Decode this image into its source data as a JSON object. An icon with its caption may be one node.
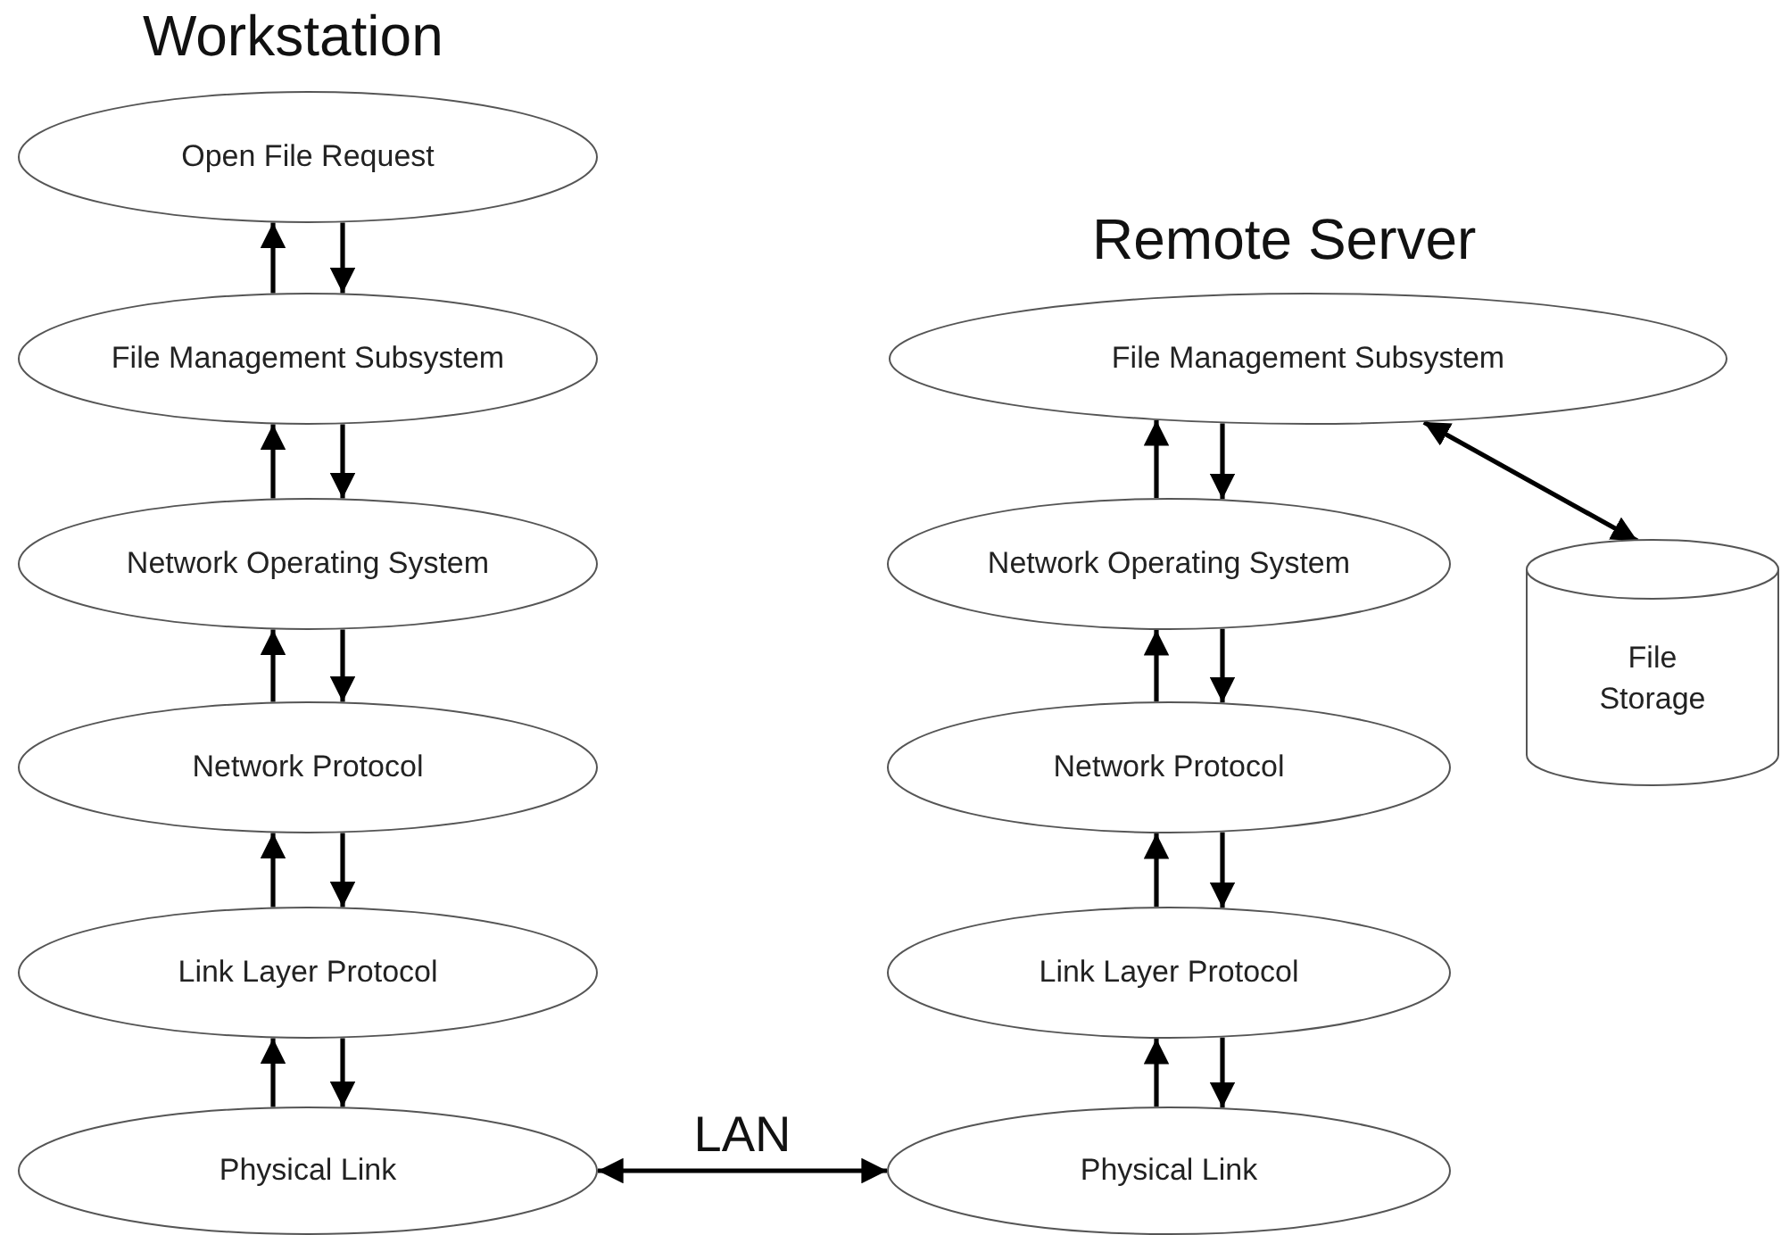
{
  "diagram": {
    "nodes": [
      {
        "text": [
          "Open File Request"
        ]
      },
      {
        "text": [
          "File Management Subsystem"
        ]
      },
      {
        "text": [
          "Network Operating System"
        ]
      },
      {
        "text": [
          "Network Protocol"
        ]
      },
      {
        "text": [
          "Link Layer Protocol"
        ]
      },
      {
        "text": [
          "Physical Link"
        ]
      },
      {
        "text": [
          "File Management Subsystem"
        ]
      },
      {
        "text": [
          "Network Operating System"
        ]
      },
      {
        "text": [
          "Network Protocol"
        ]
      },
      {
        "text": [
          "Link Layer Protocol"
        ]
      },
      {
        "text": [
          "Physical Link"
        ]
      },
      {
        "text": [
          "File Storage"
        ]
      }
    ],
    "edges": [
      {
        "from": 1,
        "to": 0,
        "arrow": "to"
      },
      {
        "from": 0,
        "to": 1,
        "arrow": "to"
      },
      {
        "from": 2,
        "to": 1,
        "arrow": "to"
      },
      {
        "from": 1,
        "to": 2,
        "arrow": "to"
      },
      {
        "from": 3,
        "to": 2,
        "arrow": "to"
      },
      {
        "from": 2,
        "to": 3,
        "arrow": "to"
      },
      {
        "from": 4,
        "to": 3,
        "arrow": "to"
      },
      {
        "from": 3,
        "to": 4,
        "arrow": "to"
      },
      {
        "from": 5,
        "to": 4,
        "arrow": "to"
      },
      {
        "from": 4,
        "to": 5,
        "arrow": "to"
      },
      {
        "from": 7,
        "to": 6,
        "arrow": "to"
      },
      {
        "from": 6,
        "to": 7,
        "arrow": "to"
      },
      {
        "from": 8,
        "to": 7,
        "arrow": "to"
      },
      {
        "from": 7,
        "to": 8,
        "arrow": "to"
      },
      {
        "from": 9,
        "to": 8,
        "arrow": "to"
      },
      {
        "from": 8,
        "to": 9,
        "arrow": "to"
      },
      {
        "from": 10,
        "to": 9,
        "arrow": "to"
      },
      {
        "from": 9,
        "to": 10,
        "arrow": "to"
      },
      {
        "from": 5,
        "to": 10,
        "arrow": "both",
        "label": "LAN"
      },
      {
        "from": 6,
        "to": 11,
        "arrow": "both"
      }
    ],
    "labels": [
      "Workstation",
      "Remote Server"
    ]
  }
}
